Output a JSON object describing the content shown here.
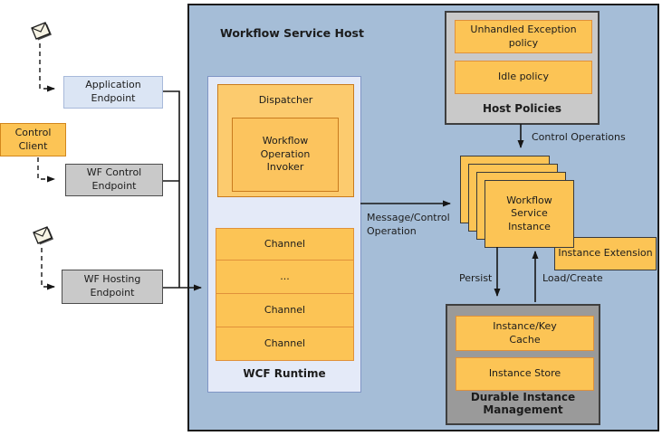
{
  "colors": {
    "orange": "#FCC455",
    "orange-border": "#D2861C",
    "host-fill": "#A5BDD7",
    "runtime-fill": "#E4EAF8",
    "lightblue-fill": "#DBE5F4",
    "gray-fill": "#C9C9C9",
    "darkgray-fill": "#9A9A9A"
  },
  "left_panel": {
    "application_endpoint": "Application\nEndpoint",
    "control_client": "Control\nClient",
    "wf_control_endpoint": "WF Control\nEndpoint",
    "wf_hosting_endpoint": "WF Hosting\nEndpoint"
  },
  "host": {
    "title": "Workflow Service Host",
    "wcf_runtime": {
      "label": "WCF Runtime",
      "dispatcher": {
        "label": "Dispatcher",
        "invoker": "Workflow\nOperation\nInvoker"
      },
      "channels": [
        "Channel",
        "...",
        "Channel",
        "Channel"
      ]
    },
    "message_arrow_label": "Message/Control\nOperation",
    "host_policies": {
      "title": "Host Policies",
      "items": [
        "Unhandled Exception\npolicy",
        "Idle policy"
      ]
    },
    "control_operations_label": "Control Operations",
    "instance_stack": {
      "label": "Workflow\nService\nInstance",
      "count": 4
    },
    "instance_extension": "Instance Extension",
    "persist_label": "Persist",
    "load_create_label": "Load/Create",
    "durable_instance_management": {
      "title": "Durable Instance\nManagement",
      "items": [
        "Instance/Key\nCache",
        "Instance Store"
      ]
    }
  }
}
